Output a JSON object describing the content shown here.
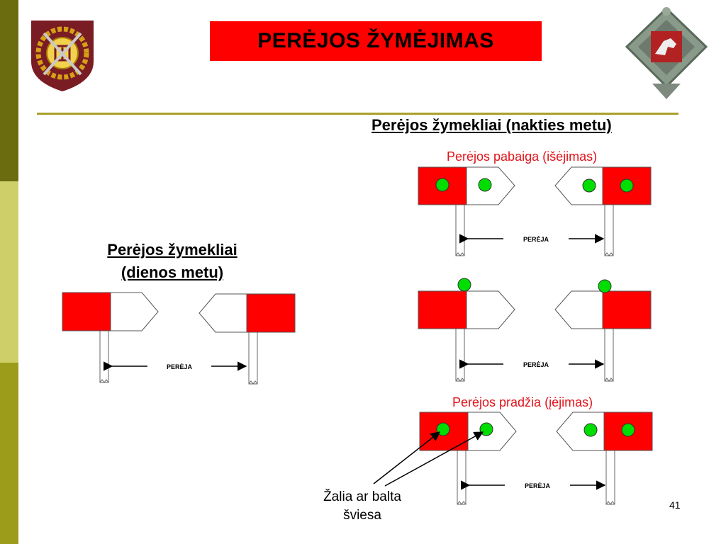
{
  "slide": {
    "title": "PERĖJOS ŽYMĖJIMAS",
    "page_number": "41"
  },
  "night": {
    "heading": "Perėjos žymekliai (nakties metu)",
    "end_label": "Perėjos pabaiga (išėjimas)",
    "start_label": "Perėjos pradžia (įėjimas)"
  },
  "day": {
    "heading_line1": "Perėjos žymekliai",
    "heading_line2": "(dienos metu)"
  },
  "signs": {
    "crossing_word": "PERĖJA",
    "pointer_line1": "Žalia ar balta",
    "pointer_line2": "šviesa"
  },
  "colors": {
    "sign_red": "#ff0000",
    "light_green": "#00dd00",
    "title_bg": "#ff0000",
    "label_red": "#e2131a",
    "divider": "#a8a02a"
  }
}
